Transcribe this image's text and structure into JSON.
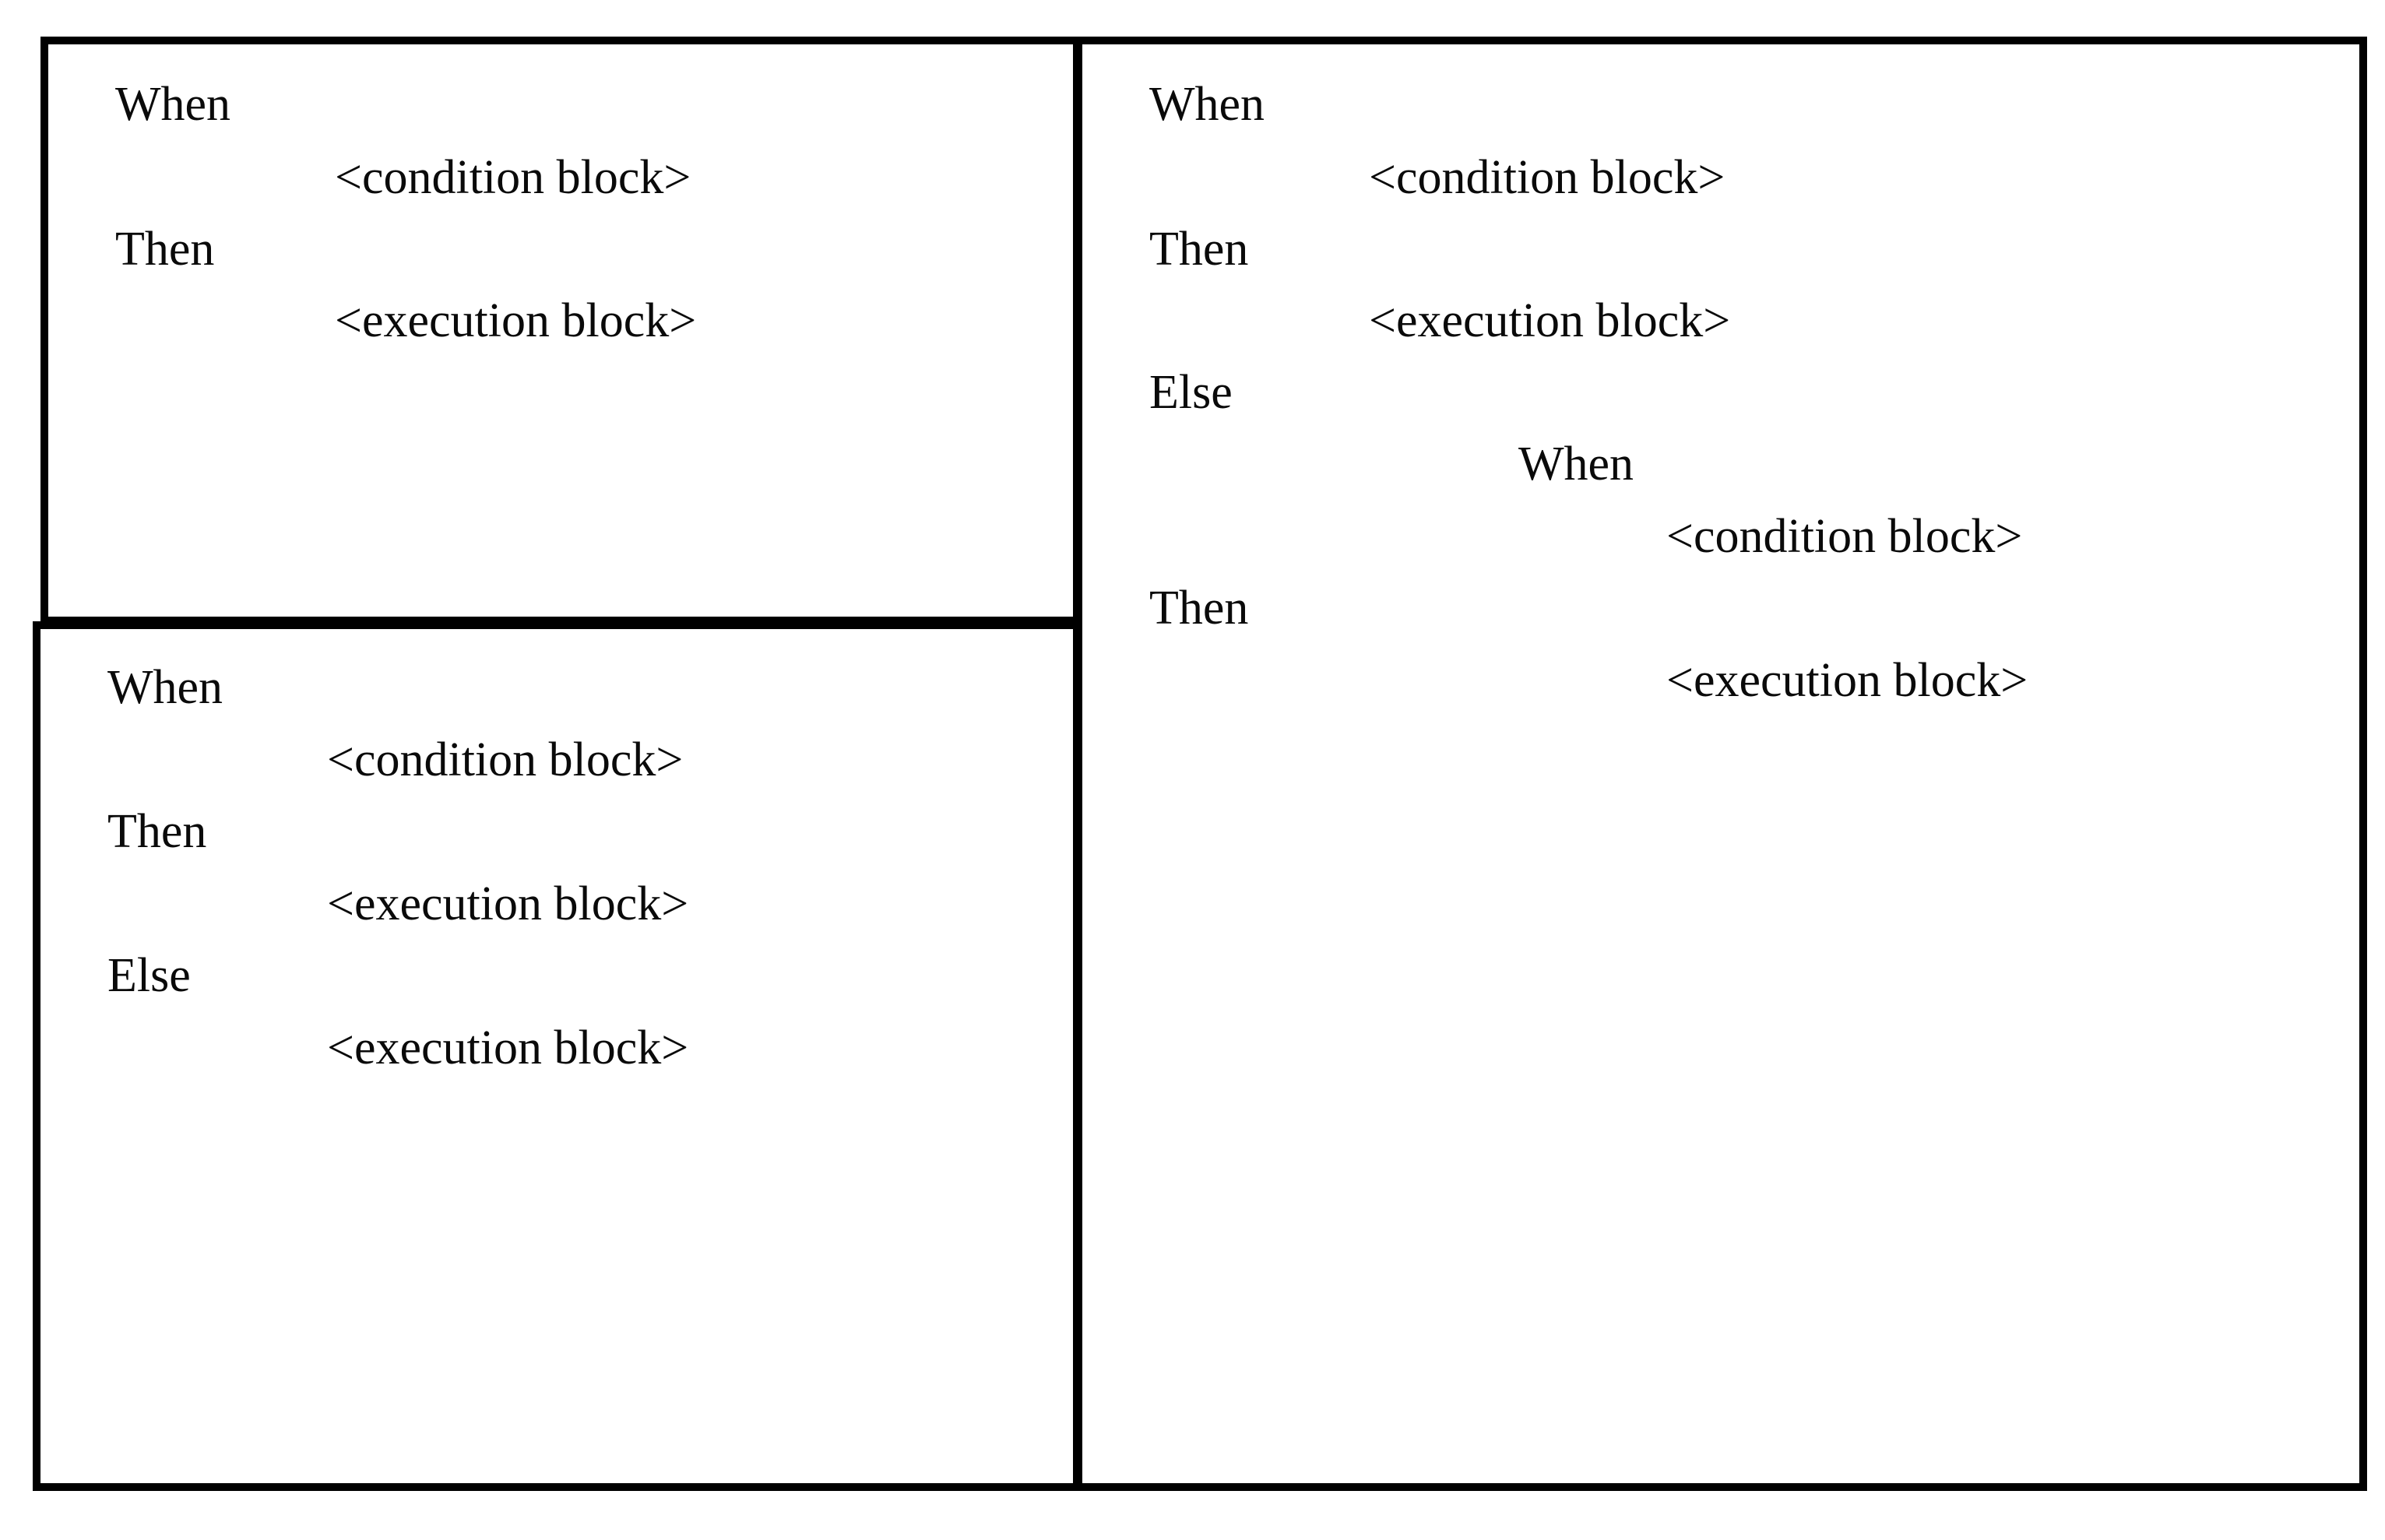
{
  "figure": {
    "type": "pseudocode-diagram",
    "description": "Three bordered pseudocode blocks illustrating When/Then and When/Then/Else rule structures, including a nested variant.",
    "keywords": {
      "when": "When",
      "then": "Then",
      "else": "Else"
    },
    "placeholders": {
      "condition": "<condition block>",
      "execution": "<execution block>"
    },
    "colors": {
      "border": "#000000",
      "background": "#ffffff",
      "text": "#0a0a0a"
    }
  },
  "boxes": [
    {
      "id": "simple-when-then",
      "name": "when-then-block",
      "lines": [
        {
          "text": "When",
          "indent": 0
        },
        {
          "text": "<condition block>",
          "indent": 1
        },
        {
          "text": "Then",
          "indent": 0
        },
        {
          "text": "<execution block>",
          "indent": 1
        }
      ]
    },
    {
      "id": "when-then-else",
      "name": "when-then-else-block",
      "lines": [
        {
          "text": "When",
          "indent": 0
        },
        {
          "text": "<condition block>",
          "indent": 1
        },
        {
          "text": "Then",
          "indent": 0
        },
        {
          "text": "<execution block>",
          "indent": 1
        },
        {
          "text": "Else",
          "indent": 0
        },
        {
          "text": "<execution block>",
          "indent": 1
        }
      ]
    },
    {
      "id": "nested-when-then-else",
      "name": "nested-when-then-else-block",
      "lines": [
        {
          "text": "When",
          "indent": 0
        },
        {
          "text": "<condition block>",
          "indent": 1
        },
        {
          "text": "Then",
          "indent": 0
        },
        {
          "text": "<execution block>",
          "indent": 1
        },
        {
          "text": "Else",
          "indent": 0
        },
        {
          "text": "When",
          "indent": 2
        },
        {
          "text": "<condition block>",
          "indent": 3
        },
        {
          "text": "Then",
          "indent": 0
        },
        {
          "text": "<execution block>",
          "indent": 3
        }
      ]
    }
  ]
}
